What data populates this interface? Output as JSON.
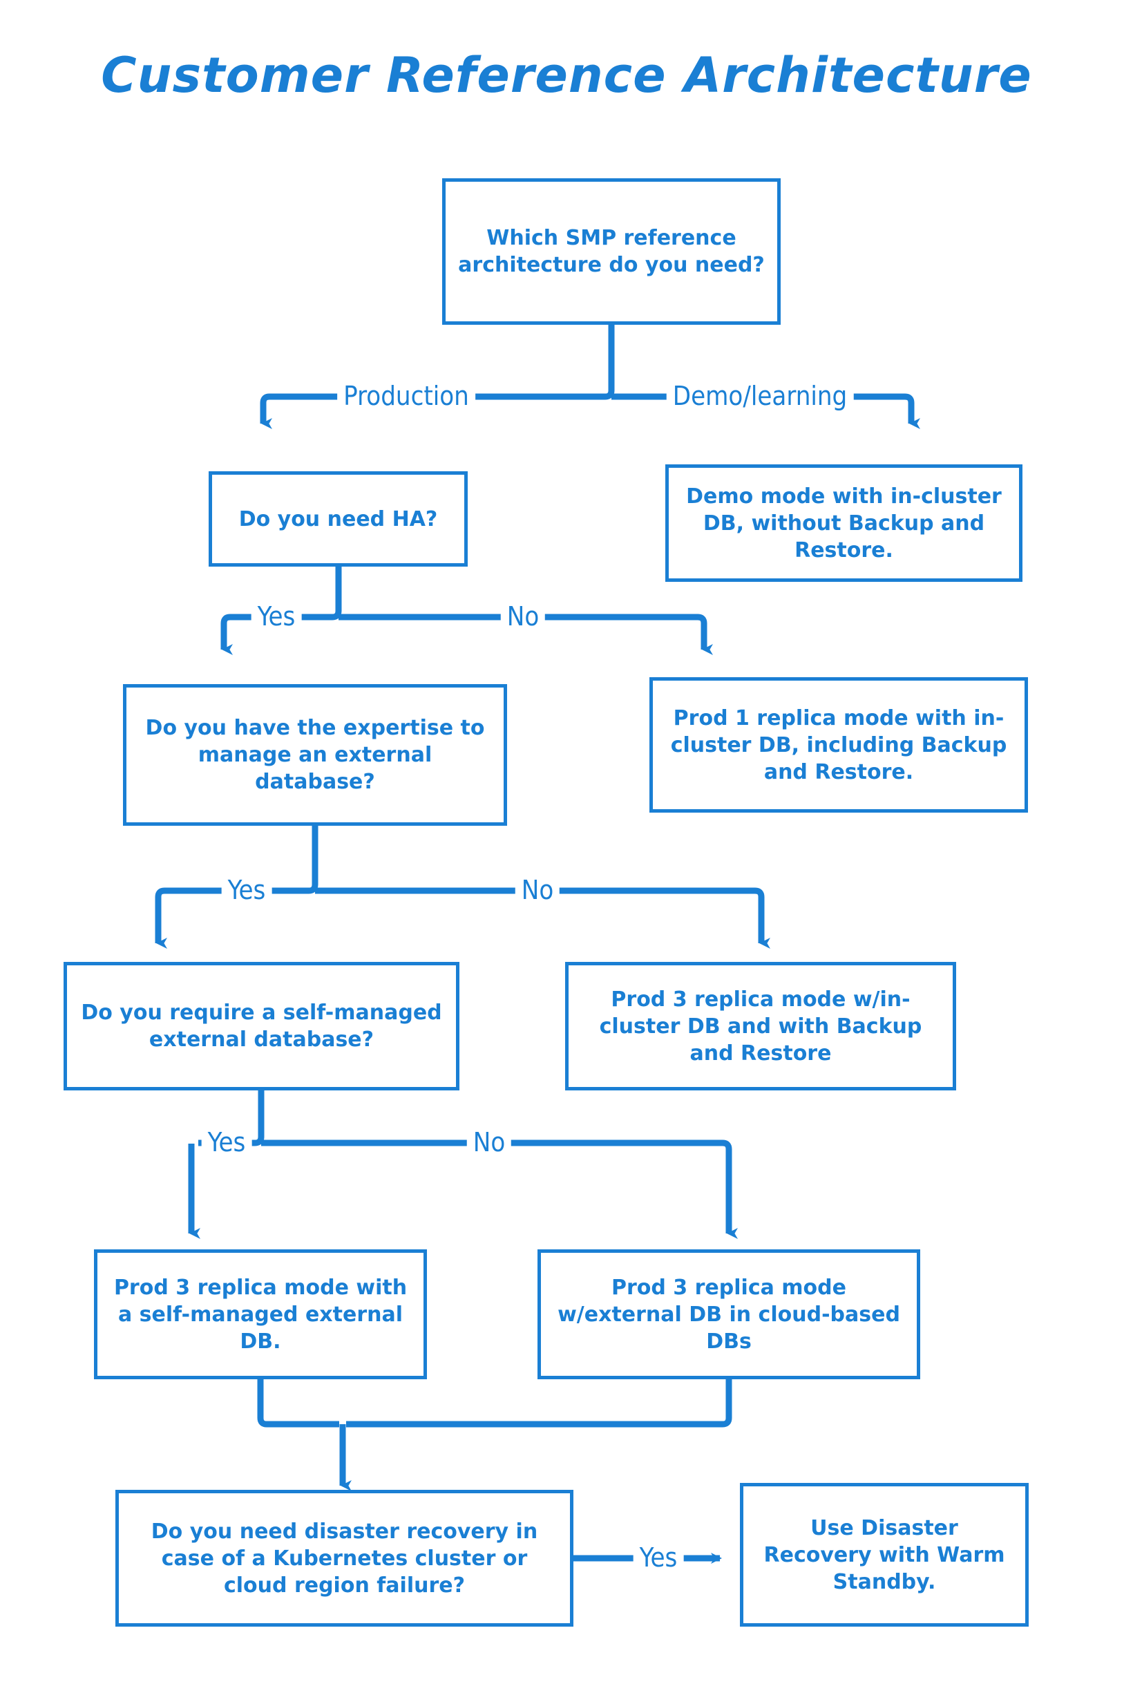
{
  "page": {
    "title": "Customer Reference Architecture",
    "background_color": "#ffffff",
    "accent_color": "#1a7fd4"
  },
  "diagram": {
    "type": "flowchart",
    "orientation": "top-down",
    "nodes": [
      {
        "id": "q-which",
        "kind": "decision",
        "text": "Which SMP reference architecture do you need?"
      },
      {
        "id": "q-ha",
        "kind": "decision",
        "text": "Do you need HA?"
      },
      {
        "id": "r-demo",
        "kind": "result",
        "text": "Demo mode with in-cluster DB, without Backup and Restore."
      },
      {
        "id": "r-prod1",
        "kind": "result",
        "text": "Prod 1 replica mode with in-cluster DB, including Backup and Restore."
      },
      {
        "id": "q-expertise",
        "kind": "decision",
        "text": "Do you have the expertise to manage an external database?"
      },
      {
        "id": "r-prod3-incluster",
        "kind": "result",
        "text": "Prod 3 replica mode w/in-cluster DB and with Backup and Restore"
      },
      {
        "id": "q-selfmanaged",
        "kind": "decision",
        "text": "Do you require a self-managed external database?"
      },
      {
        "id": "r-prod3-self",
        "kind": "result",
        "text": "Prod 3 replica mode with a self-managed external DB."
      },
      {
        "id": "r-prod3-cloud",
        "kind": "result",
        "text": "Prod 3 replica mode w/external DB in cloud-based DBs"
      },
      {
        "id": "q-dr",
        "kind": "decision",
        "text": "Do you need disaster recovery in case of a Kubernetes cluster or cloud region failure?"
      },
      {
        "id": "r-dr",
        "kind": "result",
        "text": "Use Disaster Recovery with Warm Standby."
      }
    ],
    "edges": [
      {
        "from": "q-which",
        "to": "q-ha",
        "label": "Production"
      },
      {
        "from": "q-which",
        "to": "r-demo",
        "label": "Demo/learning"
      },
      {
        "from": "q-ha",
        "to": "q-expertise",
        "label": "Yes"
      },
      {
        "from": "q-ha",
        "to": "r-prod1",
        "label": "No"
      },
      {
        "from": "q-expertise",
        "to": "q-selfmanaged",
        "label": "Yes"
      },
      {
        "from": "q-expertise",
        "to": "r-prod3-incluster",
        "label": "No"
      },
      {
        "from": "q-selfmanaged",
        "to": "r-prod3-self",
        "label": "Yes"
      },
      {
        "from": "q-selfmanaged",
        "to": "r-prod3-cloud",
        "label": "No"
      },
      {
        "from": "r-prod3-self",
        "to": "q-dr",
        "label": ""
      },
      {
        "from": "r-prod3-cloud",
        "to": "q-dr",
        "label": ""
      },
      {
        "from": "q-dr",
        "to": "r-dr",
        "label": "Yes"
      }
    ],
    "edge_labels": {
      "production": "Production",
      "demo_learning": "Demo/learning",
      "ha_yes": "Yes",
      "ha_no": "No",
      "expertise_yes": "Yes",
      "expertise_no": "No",
      "selfmanaged_yes": "Yes",
      "selfmanaged_no": "No",
      "dr_yes": "Yes"
    }
  }
}
